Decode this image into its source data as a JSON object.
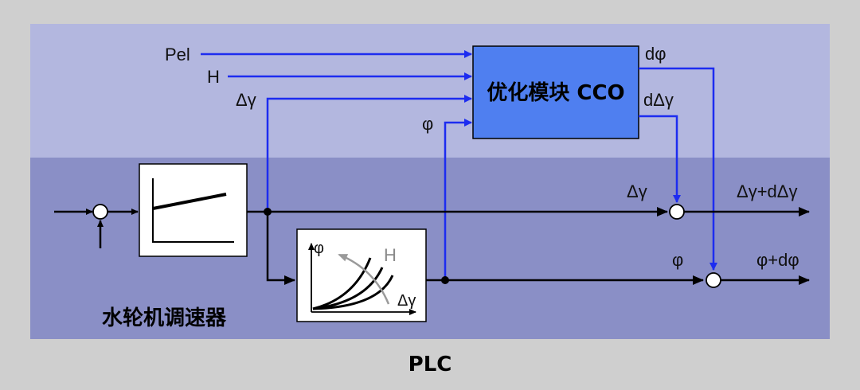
{
  "colors": {
    "outer_bg": "#cfcfcf",
    "top_band": "#b3b7df",
    "bottom_band": "#8a8fc6",
    "block_fill": "#4f7ff0",
    "signal_blue": "#1d2cf0",
    "line_black": "#000000",
    "curve_gray": "#9a9a9a"
  },
  "inputs": {
    "pel": "Pel",
    "h": "H",
    "delta_gamma": "Δγ",
    "phi": "φ"
  },
  "cco_block": {
    "label": "优化模块 CCO",
    "out_dphi": "dφ",
    "out_ddelta_gamma": "dΔγ"
  },
  "signals": {
    "delta_gamma": "Δγ",
    "delta_gamma_out": "Δγ+dΔγ",
    "phi": "φ",
    "phi_out": "φ+dφ"
  },
  "combiner_chart": {
    "y_label": "φ",
    "x_label": "Δγ",
    "curve_label": "H"
  },
  "governor_label": "水轮机调速器",
  "plc_label": "PLC"
}
